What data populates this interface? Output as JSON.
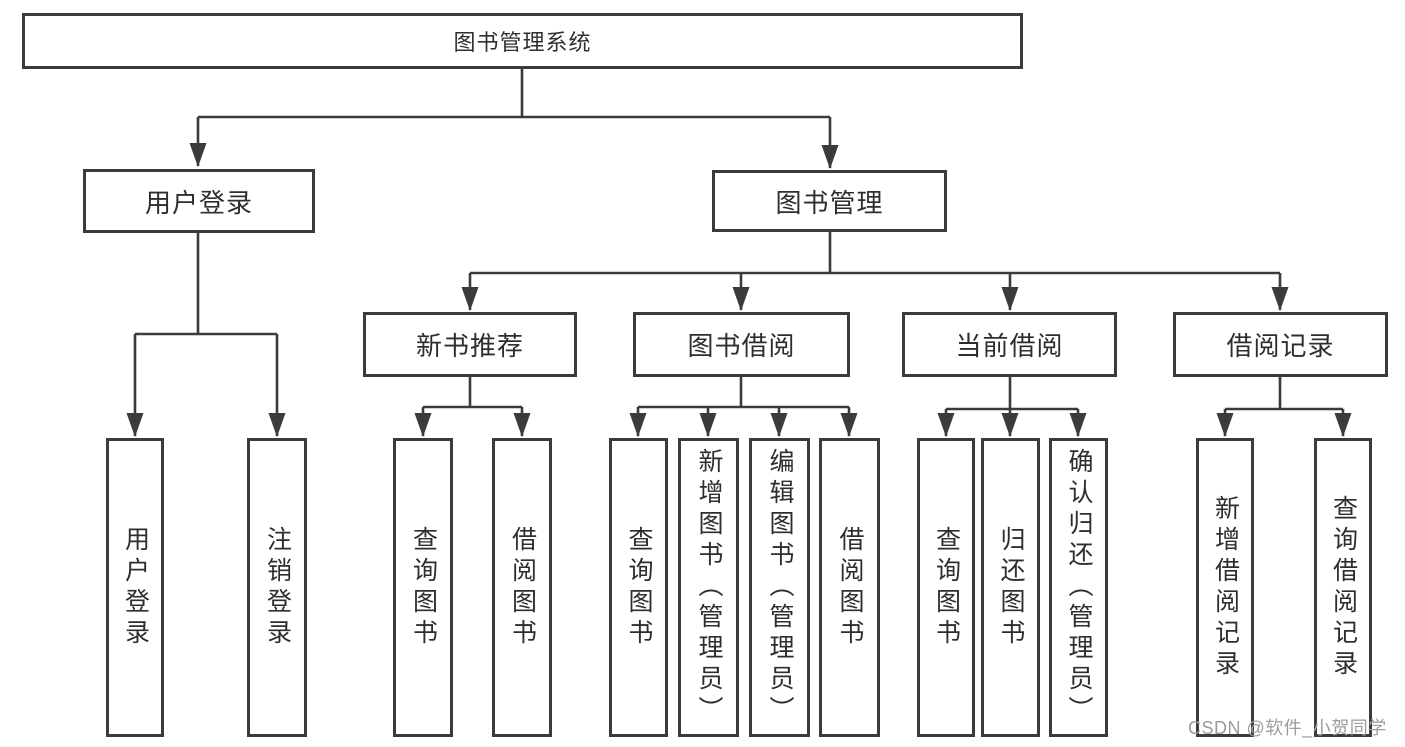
{
  "diagram": {
    "root": {
      "label": "图书管理系统"
    },
    "level1": [
      {
        "label": "用户登录"
      },
      {
        "label": "图书管理"
      }
    ],
    "level2": [
      {
        "label": "新书推荐"
      },
      {
        "label": "图书借阅"
      },
      {
        "label": "当前借阅"
      },
      {
        "label": "借阅记录"
      }
    ],
    "leaves": [
      {
        "label": "用户登录"
      },
      {
        "label": "注销登录"
      },
      {
        "label": "查询图书"
      },
      {
        "label": "借阅图书"
      },
      {
        "label": "查询图书"
      },
      {
        "label": "新增图书（管理员）"
      },
      {
        "label": "编辑图书（管理员）"
      },
      {
        "label": "借阅图书"
      },
      {
        "label": "查询图书"
      },
      {
        "label": "归还图书"
      },
      {
        "label": "确认归还（管理员）"
      },
      {
        "label": "新增借阅记录"
      },
      {
        "label": "查询借阅记录"
      }
    ]
  },
  "watermark": {
    "label": "CSDN @软件_小贺同学"
  },
  "colors": {
    "line": "#3b3b3b",
    "text": "#2e2e2e",
    "watermark": "#9d9d9d",
    "background": "#ffffff"
  }
}
